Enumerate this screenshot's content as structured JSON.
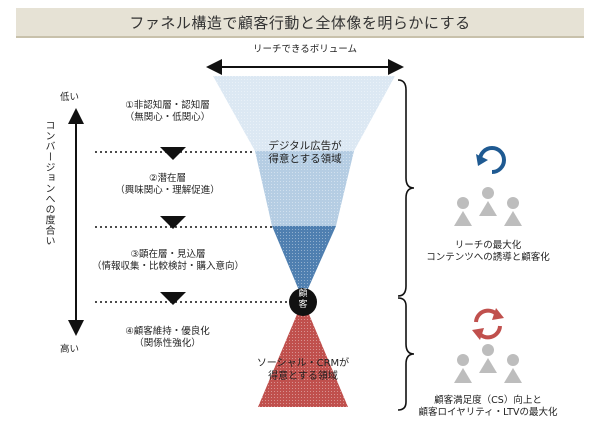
{
  "title": "ファネル構造で顧客行動と全体像を明らかにする",
  "reach_label": "リーチできるボリューム",
  "axis": {
    "low": "低い",
    "high": "高い",
    "label": "コンバージョンへの度合い"
  },
  "stages": [
    {
      "line1": "①非認知層・認知層",
      "line2": "（無関心・低関心）"
    },
    {
      "line1": "②潜在層",
      "line2": "（興味関心・理解促進）"
    },
    {
      "line1": "③顕在層・見込層",
      "line2": "（情報収集・比較検討・購入意向）"
    },
    {
      "line1": "④顧客維持・優良化",
      "line2": "（関係性強化）"
    }
  ],
  "funnel": {
    "digital_area": {
      "line1": "デジタル広告が",
      "line2": "得意とする領域"
    },
    "customer_label": {
      "line1": "顧",
      "line2": "客"
    },
    "social_area": {
      "line1": "ソーシャル・CRMが",
      "line2": "得意とする領域"
    }
  },
  "right_groups": [
    {
      "icon": "cycle-arrow-icon",
      "color": "#1f5a92",
      "line1": "リーチの最大化",
      "line2": "コンテンツへの誘導と顧客化"
    },
    {
      "icon": "cycle-arrows-icon",
      "color": "#c0504d",
      "line1": "顧客満足度（CS）向上と",
      "line2": "顧客ロイヤリティ・LTVの最大化"
    }
  ],
  "colors": {
    "funnel_light": "#dce8f3",
    "funnel_mid": "#b5cde3",
    "funnel_dark": "#4f7fb0",
    "cone_red": "#c0504d",
    "person_gray": "#bdbdbd"
  }
}
